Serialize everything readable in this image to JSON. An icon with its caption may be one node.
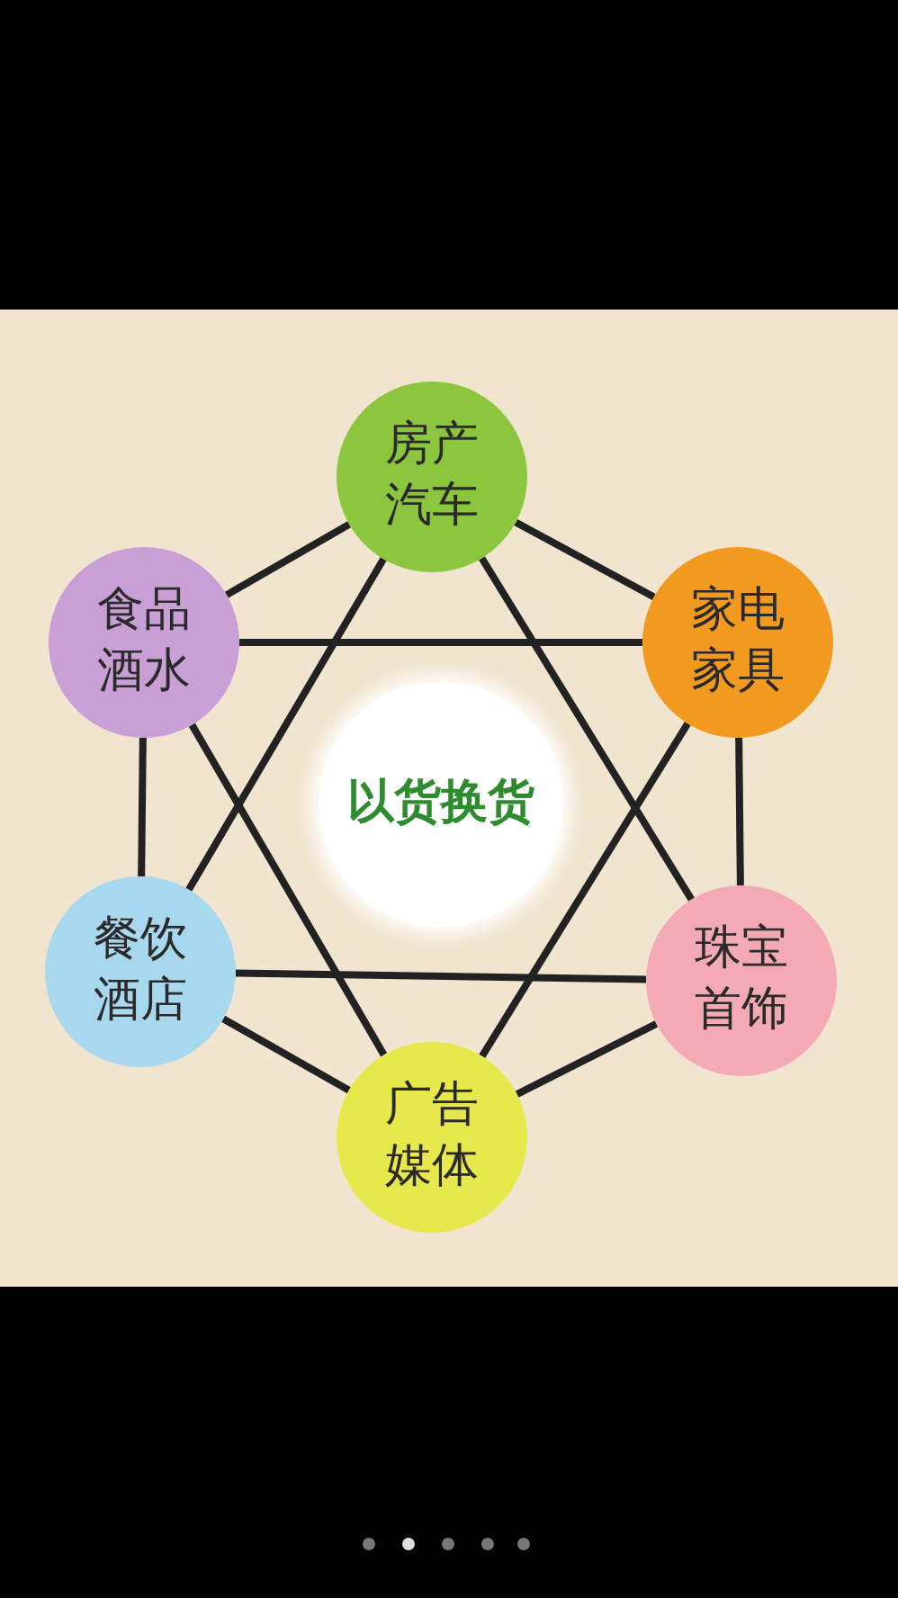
{
  "diagram": {
    "nodes": [
      {
        "text": [
          "房产汽车"
        ]
      },
      {
        "text": [
          "食品酒水"
        ]
      },
      {
        "text": [
          "家电家具"
        ]
      },
      {
        "text": [
          "以货换货"
        ]
      },
      {
        "text": [
          "餐饮酒店"
        ]
      },
      {
        "text": [
          "珠宝首饰"
        ]
      },
      {
        "text": [
          "广告媒体"
        ]
      }
    ],
    "edges": [
      {
        "from": 0,
        "to": 2,
        "arrow": "none"
      },
      {
        "from": 2,
        "to": 5,
        "arrow": "none"
      },
      {
        "from": 5,
        "to": 6,
        "arrow": "none"
      },
      {
        "from": 6,
        "to": 4,
        "arrow": "none"
      },
      {
        "from": 4,
        "to": 1,
        "arrow": "none"
      },
      {
        "from": 1,
        "to": 0,
        "arrow": "none"
      },
      {
        "from": 0,
        "to": 4,
        "arrow": "none"
      },
      {
        "from": 4,
        "to": 5,
        "arrow": "none"
      },
      {
        "from": 5,
        "to": 0,
        "arrow": "none"
      },
      {
        "from": 6,
        "to": 1,
        "arrow": "none"
      },
      {
        "from": 1,
        "to": 2,
        "arrow": "none"
      },
      {
        "from": 2,
        "to": 6,
        "arrow": "none"
      }
    ]
  }
}
